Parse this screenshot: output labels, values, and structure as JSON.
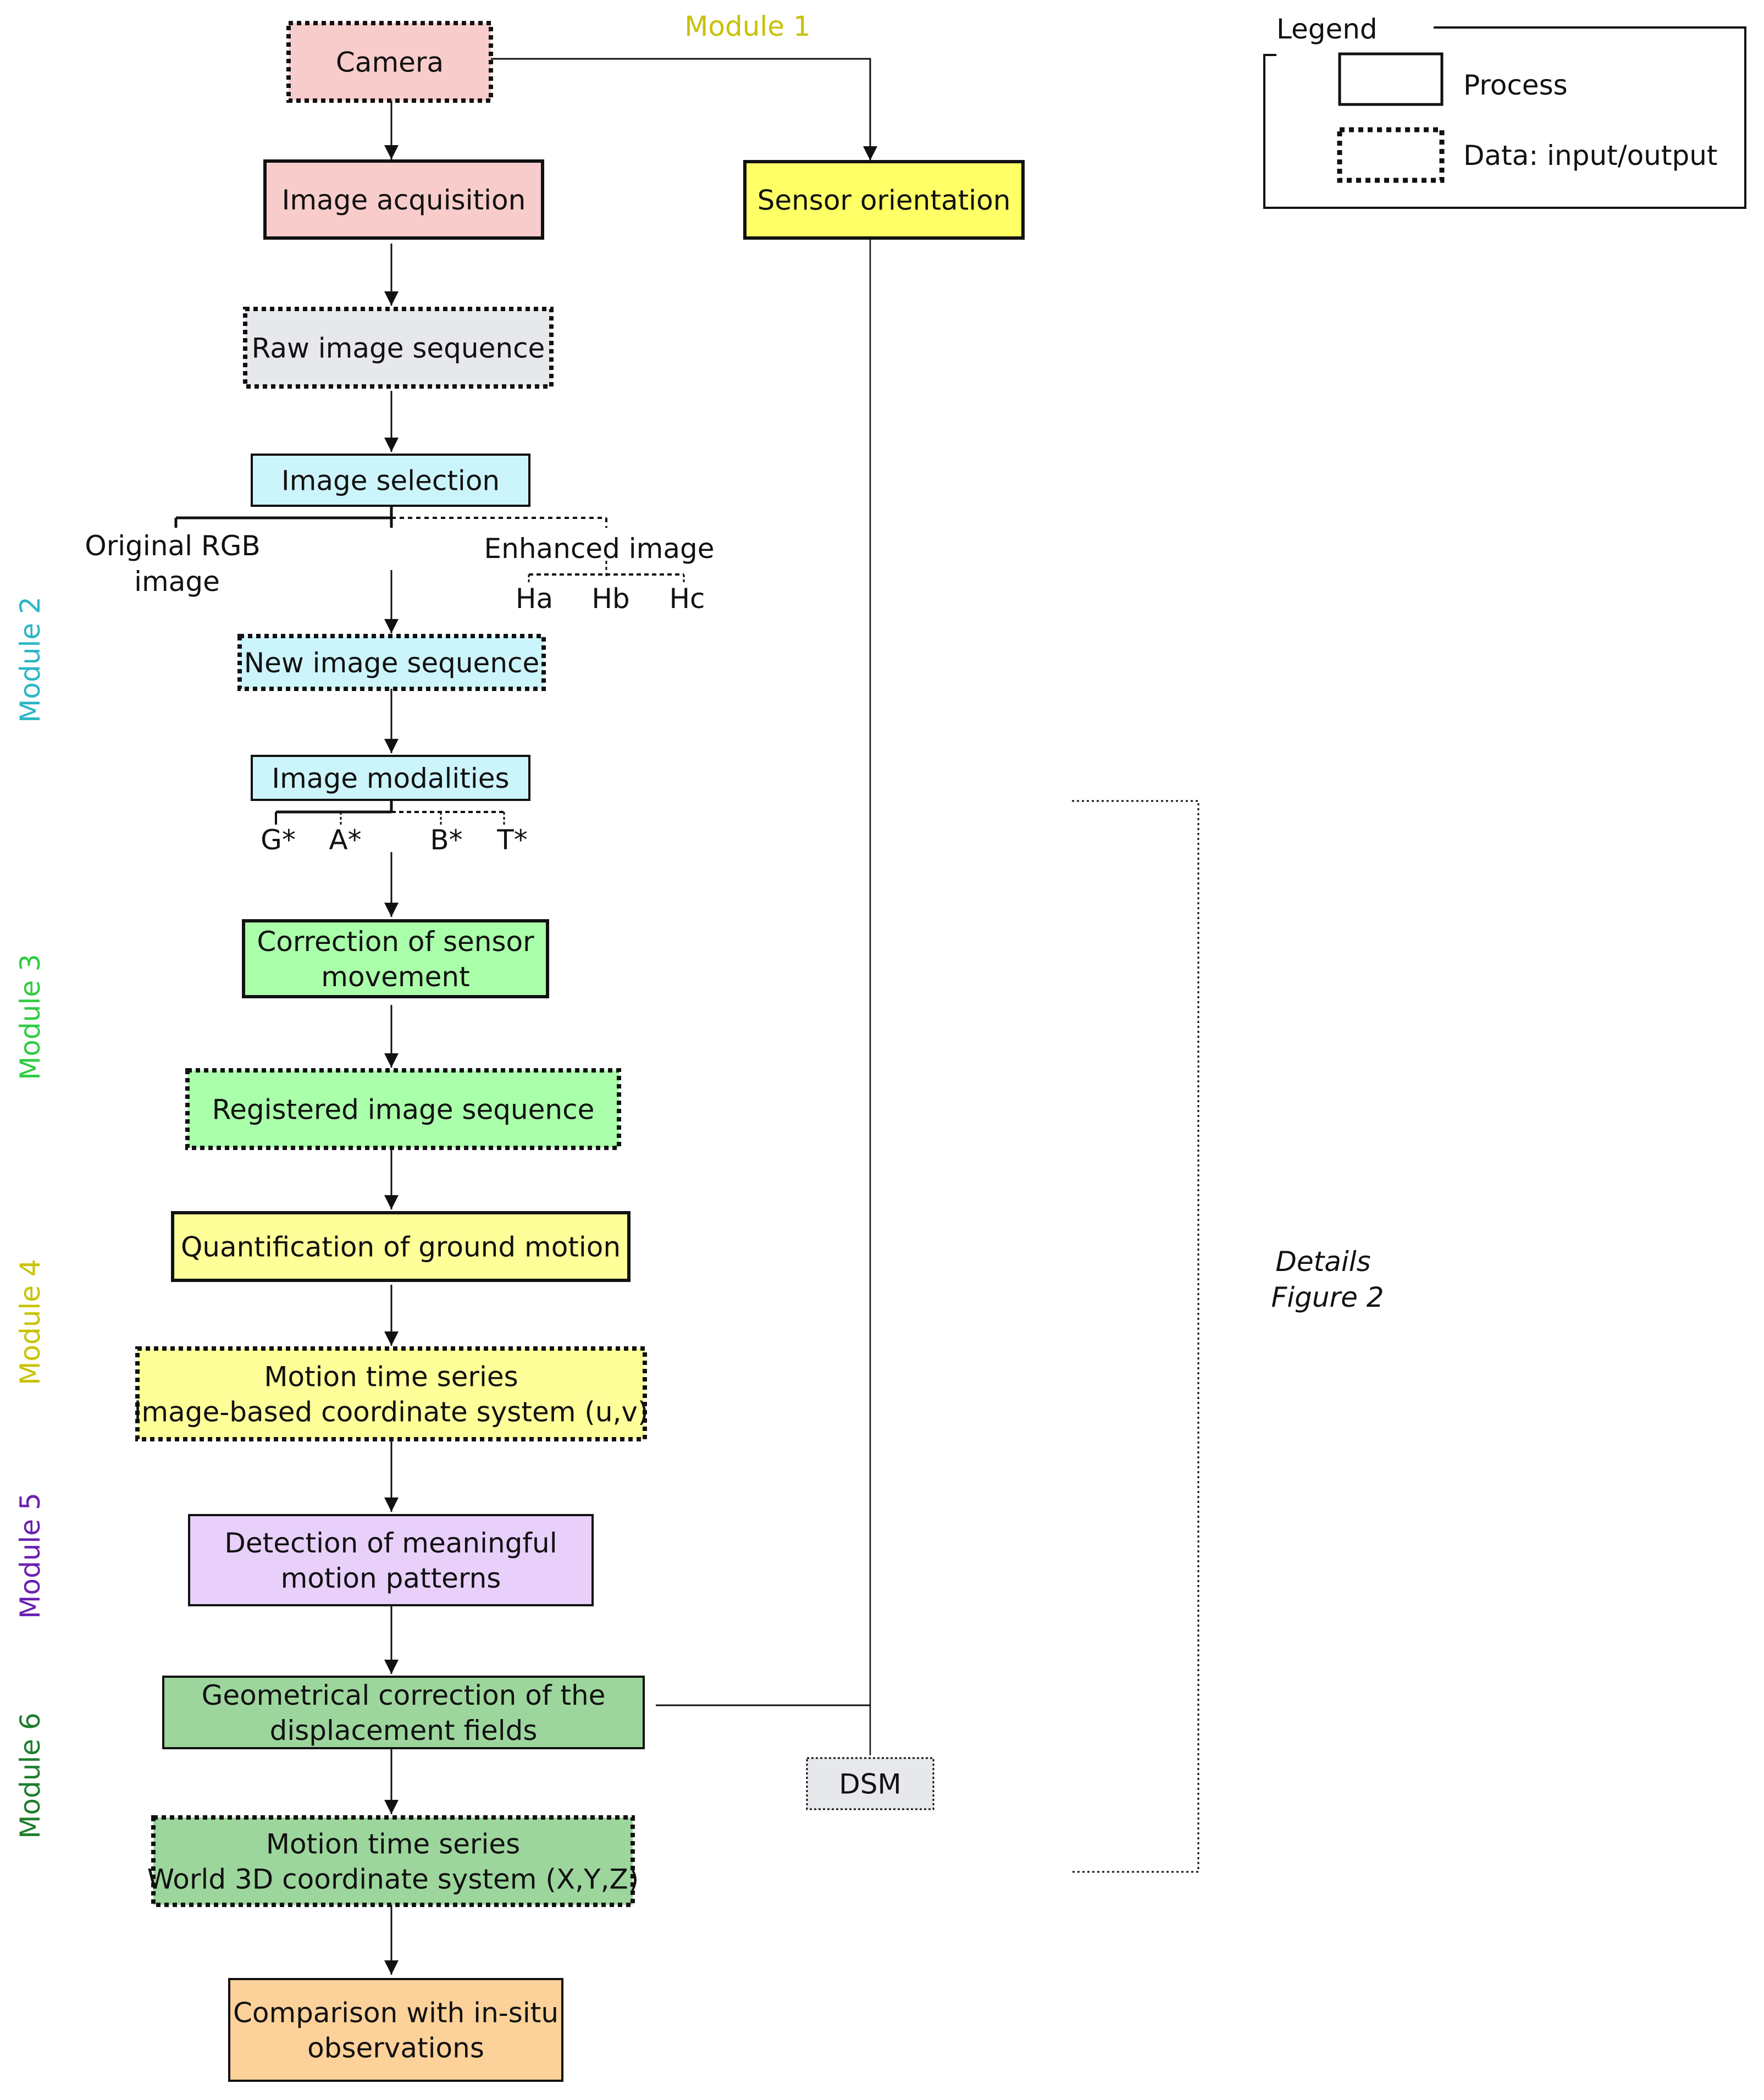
{
  "modules": [
    {
      "label": "Module 1",
      "color": "#c8c200"
    },
    {
      "label": "Module 2",
      "color": "#29b6c6"
    },
    {
      "label": "Module 3",
      "color": "#2ecc40"
    },
    {
      "label": "Module 4",
      "color": "#c8c200"
    },
    {
      "label": "Module 5",
      "color": "#6a1fb0"
    },
    {
      "label": "Module 6",
      "color": "#1e7d2e"
    }
  ],
  "legend": {
    "title": "Legend",
    "process": "Process",
    "data": "Data: input/output"
  },
  "nodes": {
    "camera": {
      "lines": [
        "Camera"
      ],
      "fill": "#f9cccc"
    },
    "image_acquisition": {
      "lines": [
        "Image acquisition"
      ],
      "fill": "#f9cccc"
    },
    "sensor_orientation": {
      "lines": [
        "Sensor orientation"
      ],
      "fill": "#ffff66"
    },
    "raw_image_sequence": {
      "lines": [
        "Raw image sequence"
      ],
      "fill": "#e6e8eb"
    },
    "image_selection": {
      "lines": [
        "Image selection"
      ],
      "fill": "#ccf5fb"
    },
    "new_image_sequence": {
      "lines": [
        "New image sequence"
      ],
      "fill": "#ccf5fb"
    },
    "image_modalities": {
      "lines": [
        "Image modalities"
      ],
      "fill": "#ccf5fb"
    },
    "correction_sensor": {
      "lines": [
        "Correction of sensor",
        "movement"
      ],
      "fill": "#aaffaa"
    },
    "registered_sequence": {
      "lines": [
        "Registered image sequence"
      ],
      "fill": "#aaffaa"
    },
    "quantification": {
      "lines": [
        "Quantification of ground motion"
      ],
      "fill": "#ffff99"
    },
    "motion_uv": {
      "lines": [
        "Motion time series",
        "image-based coordinate system (u,v)"
      ],
      "fill": "#ffff99"
    },
    "detection": {
      "lines": [
        "Detection of meaningful",
        "motion patterns"
      ],
      "fill": "#e8d0fb"
    },
    "geometrical": {
      "lines": [
        "Geometrical correction of the",
        "displacement fields"
      ],
      "fill": "#9dd69d"
    },
    "dsm": {
      "lines": [
        "DSM"
      ],
      "fill": "#e6e8eb"
    },
    "motion_xyz": {
      "lines": [
        "Motion time series",
        "World 3D coordinate system (X,Y,Z)"
      ],
      "fill": "#9dd69d"
    },
    "comparison": {
      "lines": [
        "Comparison with in-situ",
        "observations"
      ],
      "fill": "#fcd29a"
    }
  },
  "branches": {
    "original_rgb": [
      "Original RGB",
      "image"
    ],
    "enhanced": "Enhanced image",
    "ha": "Ha",
    "hb": "Hb",
    "hc": "Hc",
    "g": "G*",
    "a": "A*",
    "b": "B*",
    "t": "T*"
  },
  "details": [
    "Details",
    "Figure 2"
  ]
}
